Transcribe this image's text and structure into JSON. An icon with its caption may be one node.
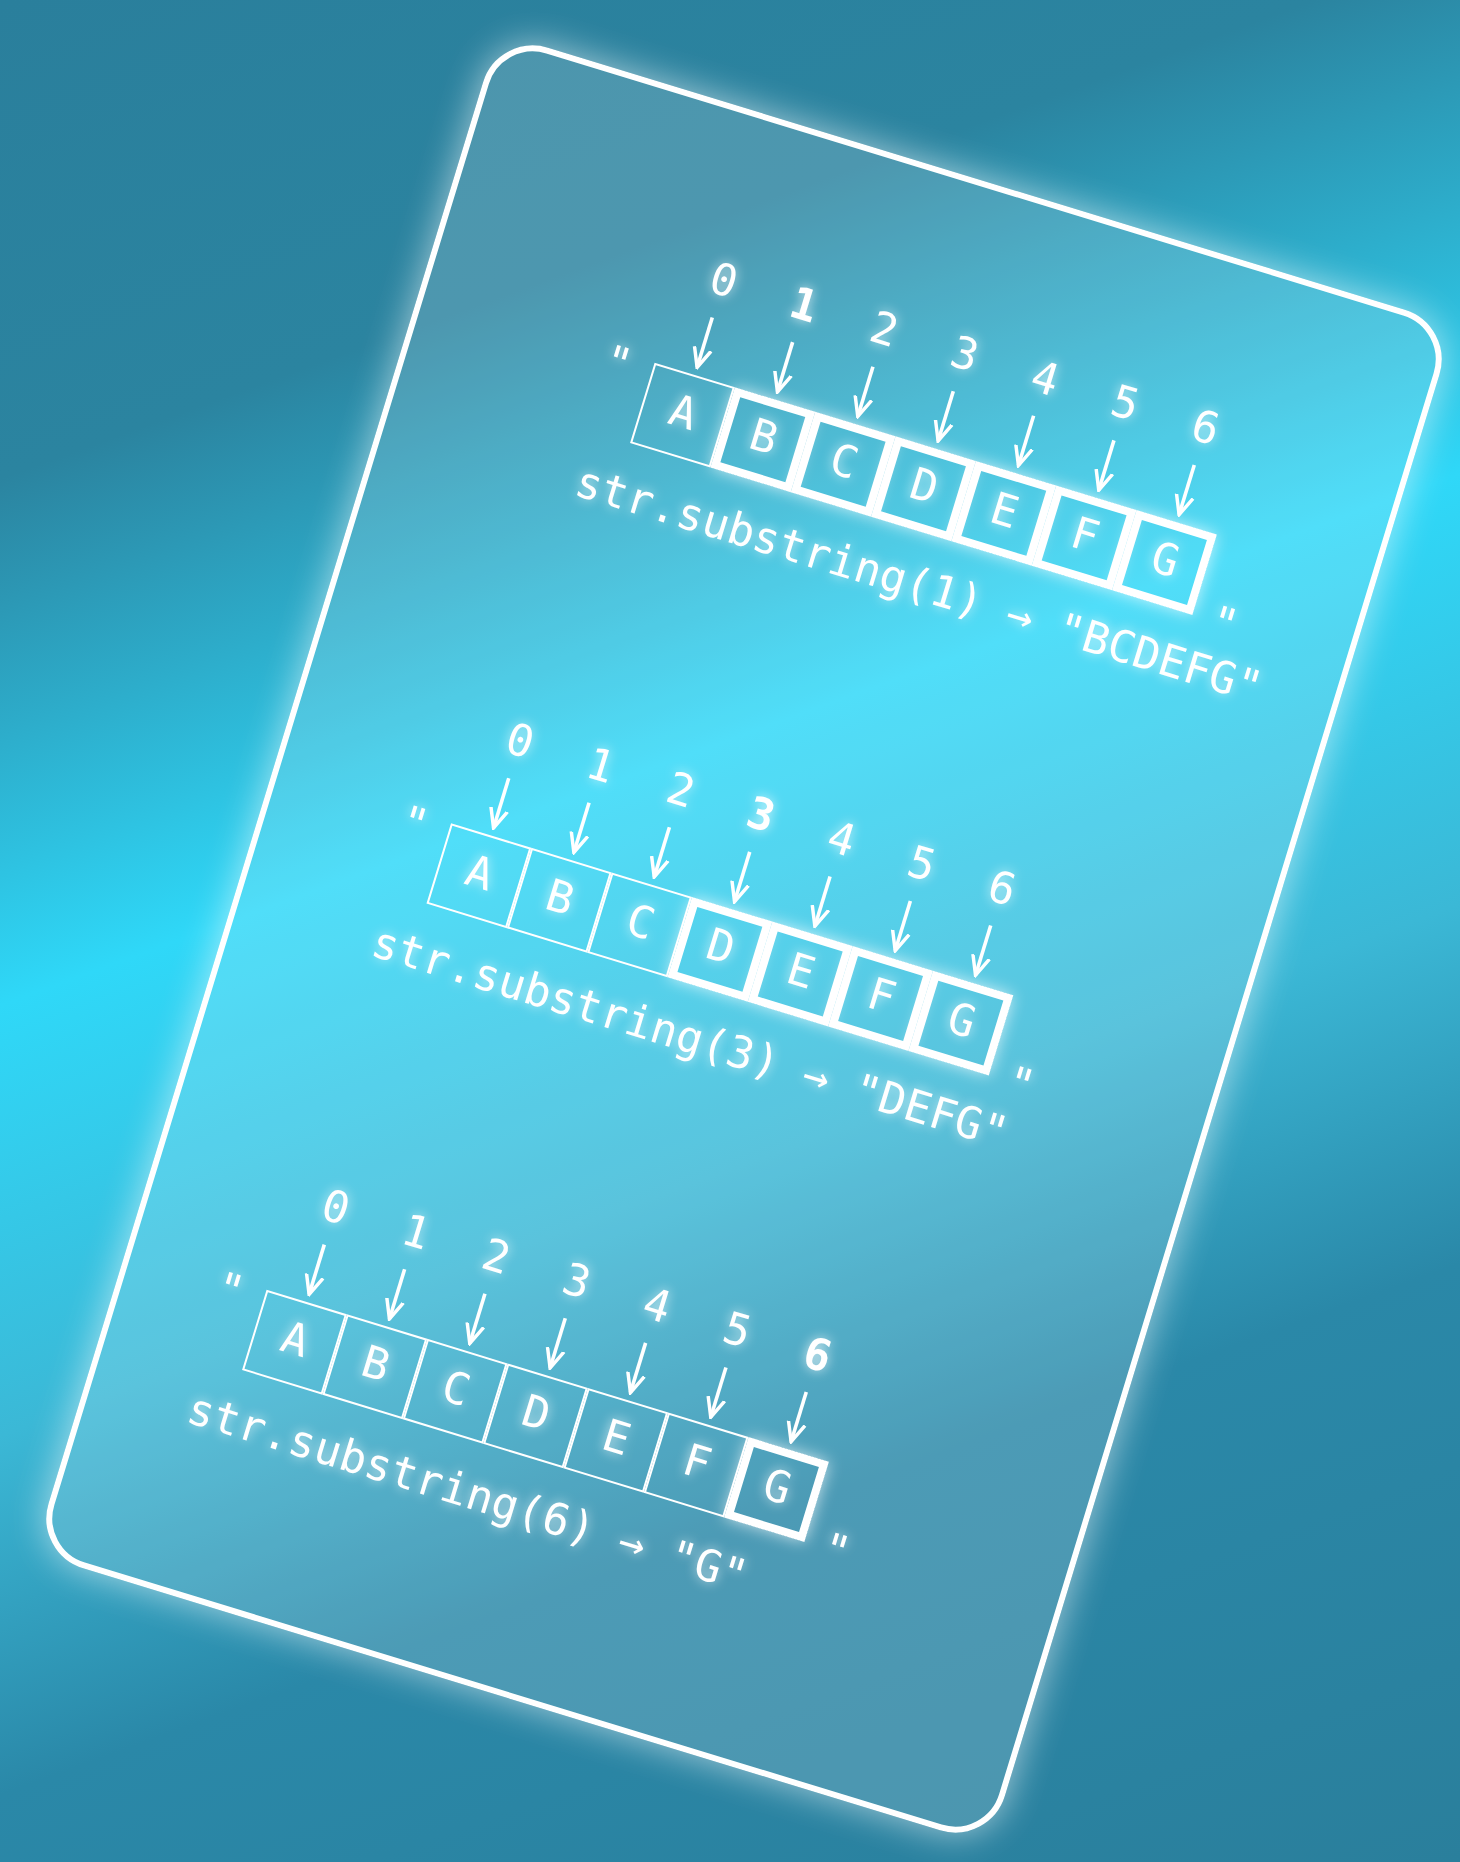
{
  "diagram": {
    "nodes": [
      {
        "text": [],
        "shape": "box"
      },
      {
        "text": [
          "0"
        ],
        "in": 0
      },
      {
        "text": [
          "1"
        ],
        "in": 0
      },
      {
        "text": [
          "2"
        ],
        "in": 0
      },
      {
        "text": [
          "3"
        ],
        "in": 0
      },
      {
        "text": [
          "4"
        ],
        "in": 0
      },
      {
        "text": [
          "5"
        ],
        "in": 0
      },
      {
        "text": [
          "6"
        ],
        "in": 0
      },
      {
        "text": [
          "A"
        ],
        "in": 0
      },
      {
        "text": [
          "B"
        ],
        "in": 0
      },
      {
        "text": [
          "C"
        ],
        "in": 0
      },
      {
        "text": [
          "D"
        ],
        "in": 0
      },
      {
        "text": [
          "E"
        ],
        "in": 0
      },
      {
        "text": [
          "F"
        ],
        "in": 0
      },
      {
        "text": [
          "G"
        ],
        "in": 0
      },
      {
        "text": [
          "0"
        ],
        "in": 0
      },
      {
        "text": [
          "1"
        ],
        "in": 0
      },
      {
        "text": [
          "2"
        ],
        "in": 0
      },
      {
        "text": [
          "3"
        ],
        "in": 0
      },
      {
        "text": [
          "4"
        ],
        "in": 0
      },
      {
        "text": [
          "5"
        ],
        "in": 0
      },
      {
        "text": [
          "6"
        ],
        "in": 0
      },
      {
        "text": [
          "A"
        ],
        "in": 0
      },
      {
        "text": [
          "B"
        ],
        "in": 0
      },
      {
        "text": [
          "C"
        ],
        "in": 0
      },
      {
        "text": [
          "D"
        ],
        "in": 0
      },
      {
        "text": [
          "E"
        ],
        "in": 0
      },
      {
        "text": [
          "F"
        ],
        "in": 0
      },
      {
        "text": [
          "G"
        ],
        "in": 0
      },
      {
        "text": [
          "0"
        ],
        "in": 0
      },
      {
        "text": [
          "1"
        ],
        "in": 0
      },
      {
        "text": [
          "2"
        ],
        "in": 0
      },
      {
        "text": [
          "3"
        ],
        "in": 0
      },
      {
        "text": [
          "4"
        ],
        "in": 0
      },
      {
        "text": [
          "5"
        ],
        "in": 0
      },
      {
        "text": [
          "6"
        ],
        "in": 0
      },
      {
        "text": [
          "A"
        ],
        "in": 0
      },
      {
        "text": [
          "B"
        ],
        "in": 0
      },
      {
        "text": [
          "C"
        ],
        "in": 0
      },
      {
        "text": [
          "D"
        ],
        "in": 0
      },
      {
        "text": [
          "E"
        ],
        "in": 0
      },
      {
        "text": [
          "F"
        ],
        "in": 0
      },
      {
        "text": [
          "G"
        ],
        "in": 0
      }
    ],
    "edges": [
      {
        "from": 1,
        "to": 8,
        "arrow": "to"
      },
      {
        "from": 2,
        "to": 9,
        "arrow": "to"
      },
      {
        "from": 3,
        "to": 10,
        "arrow": "to"
      },
      {
        "from": 4,
        "to": 11,
        "arrow": "to"
      },
      {
        "from": 5,
        "to": 12,
        "arrow": "to"
      },
      {
        "from": 6,
        "to": 13,
        "arrow": "to"
      },
      {
        "from": 7,
        "to": 14,
        "arrow": "to"
      },
      {
        "from": 15,
        "to": 22,
        "arrow": "to"
      },
      {
        "from": 16,
        "to": 23,
        "arrow": "to"
      },
      {
        "from": 17,
        "to": 24,
        "arrow": "to"
      },
      {
        "from": 18,
        "to": 25,
        "arrow": "to"
      },
      {
        "from": 19,
        "to": 26,
        "arrow": "to"
      },
      {
        "from": 20,
        "to": 27,
        "arrow": "to"
      },
      {
        "from": 21,
        "to": 28,
        "arrow": "to"
      },
      {
        "from": 29,
        "to": 36,
        "arrow": "to"
      },
      {
        "from": 30,
        "to": 37,
        "arrow": "to"
      },
      {
        "from": 31,
        "to": 38,
        "arrow": "to"
      },
      {
        "from": 32,
        "to": 39,
        "arrow": "to"
      },
      {
        "from": 33,
        "to": 40,
        "arrow": "to"
      },
      {
        "from": 34,
        "to": 41,
        "arrow": "to"
      },
      {
        "from": 35,
        "to": 42,
        "arrow": "to"
      }
    ],
    "labels": [
      "\"",
      "\"",
      "str.substring(1) → \"BCDEFG\"",
      "\"",
      "\"",
      "str.substring(3) → \"DEFG\"",
      "\"",
      "\"",
      "str.substring(6) → \"G\""
    ]
  }
}
